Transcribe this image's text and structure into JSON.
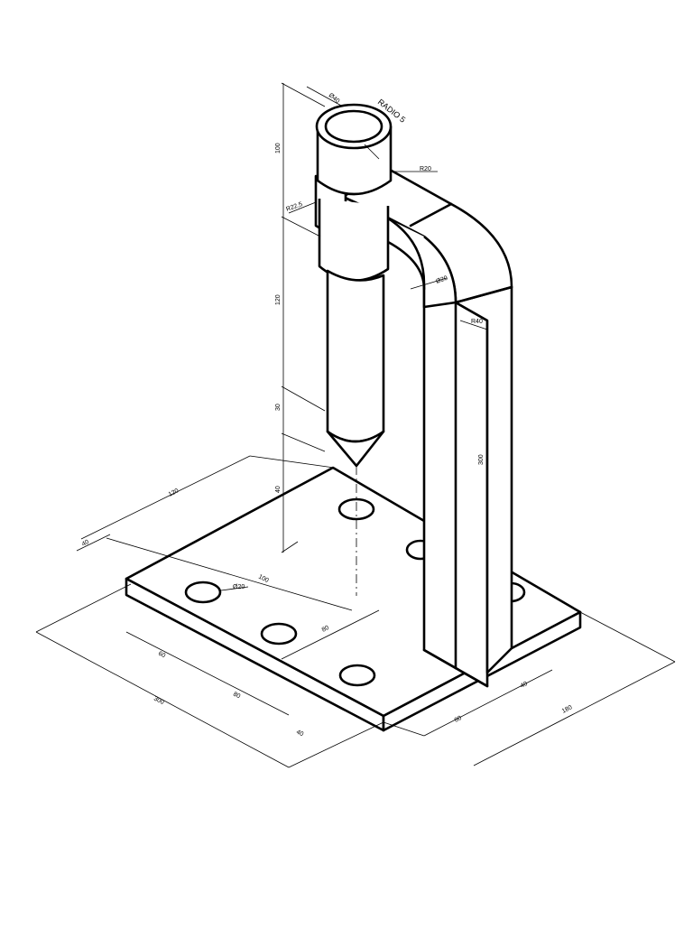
{
  "drawing": {
    "note_radio": "RADIO 5",
    "dims": {
      "d_top": "Ø40",
      "r20": "R20",
      "r22": "R22,5",
      "d_pin": "Ø20",
      "r40": "R40",
      "v100": "100",
      "v120": "120",
      "v30": "30",
      "v40": "40",
      "v300": "300",
      "a120": "120",
      "a40": "40",
      "a100": "100",
      "hole": "Ø20",
      "a80": "80",
      "b60": "60",
      "b80": "80",
      "b40": "40",
      "b300": "300",
      "c80": "80",
      "c40": "40",
      "c180": "180"
    }
  }
}
